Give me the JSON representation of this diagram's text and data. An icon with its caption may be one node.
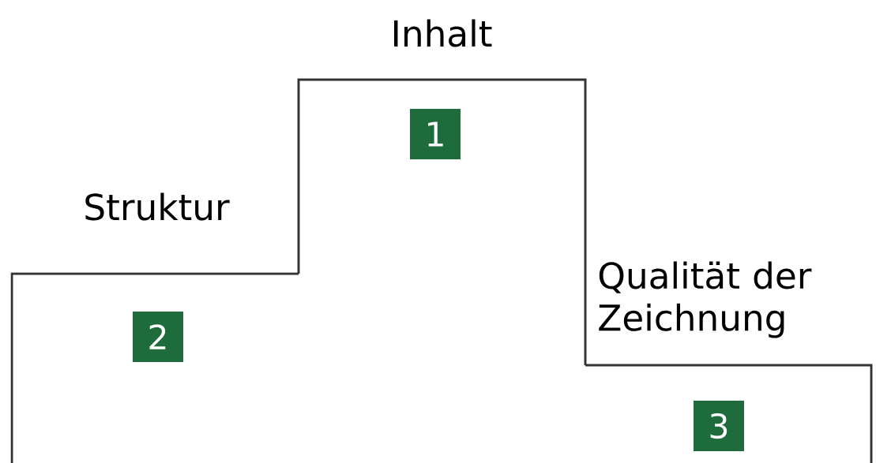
{
  "diagram": {
    "nodes": [
      {
        "text": [
          "Inhalt",
          "1"
        ]
      },
      {
        "text": [
          "Struktur",
          "2"
        ]
      },
      {
        "text": [
          "Qualität der Zeichnung",
          "3"
        ]
      }
    ]
  }
}
